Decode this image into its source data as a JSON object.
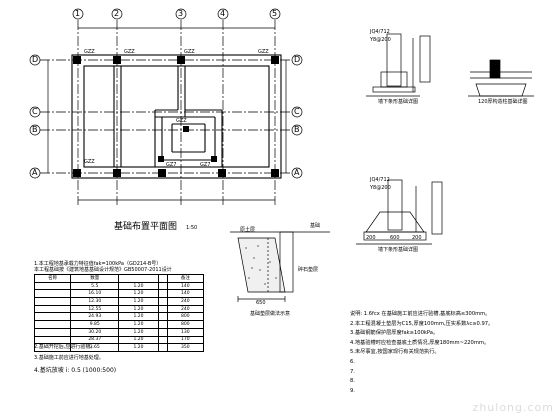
{
  "plan": {
    "title": "基础布置平面图",
    "scale": "1:50",
    "axes_top": [
      "1",
      "2",
      "3",
      "4",
      "5"
    ],
    "axes_left": [
      "D",
      "C",
      "B",
      "A"
    ],
    "axes_right": [
      "D",
      "C",
      "B",
      "A"
    ],
    "column_tag": "GZZ",
    "column_tags": [
      "GZZ",
      "GZZ",
      "GZZ",
      "GZZ",
      "GZZ",
      "GZ7",
      "GZ7",
      "GZZ"
    ]
  },
  "section": {
    "labels": [
      "基础",
      "原土层",
      "碎石垫层",
      "650"
    ],
    "caption": "基础垫层做法示意"
  },
  "details": {
    "upper_mark": "JQ4/712",
    "upper_mark2": "Y8@200",
    "upper_caption": "墙下条形基础详图",
    "right_caption": "120厚构造柱基础详图",
    "lower_mark": "JQ4/712",
    "lower_mark2": "Y8@200",
    "lower_caption": "墙下条形基础详图",
    "dim_labels": [
      "200",
      "600",
      "200"
    ]
  },
  "table": {
    "intro1": "1.本工程地基承载力特征值fak=100kPa（GD214-B号）",
    "intro2": "本工程基础按《建筑地基基础设计规范》GB50007-2011设计",
    "headers": [
      "名称",
      "数量",
      "",
      "",
      "备注"
    ],
    "rows": [
      [
        "",
        "5.5",
        "1.20",
        "",
        "140"
      ],
      [
        "",
        "16.10",
        "1.20",
        "",
        "140"
      ],
      [
        "",
        "12.30",
        "1.20",
        "",
        "240"
      ],
      [
        "",
        "12.55",
        "1.20",
        "",
        "240"
      ],
      [
        "",
        "24.93",
        "1.20",
        "",
        "800"
      ],
      [
        "",
        "9.85",
        "1.20",
        "",
        "800"
      ],
      [
        "",
        "30.20",
        "1.20",
        "",
        "130"
      ],
      [
        "",
        "28.37",
        "1.20",
        "",
        "170"
      ],
      [
        "",
        "3.65",
        "1.20",
        "",
        "350"
      ]
    ],
    "foot1": "2.基础开挖后,应进行验槽。",
    "foot2": "3.基础施工前应进行地基处理。",
    "ratio": "4.基坑放坡 i: 0.5    (1000:500)"
  },
  "notes": [
    "说明: 1.6fcx  在基础施工前应进行验槽,基底标高≤300mm。",
    "   2.本工程混凝土垫层为C15,厚度100mm,压实系数λc≥0.97。",
    "   3.基础钢筋保护层厚度fak≥100kPa。",
    "   4.地基验槽时应检查基底土质情况,厚度180mm~220mm。",
    "   5.未尽事宜,按国家现行有关规范执行。",
    "   6.",
    "   7.",
    "   8.",
    "   9."
  ],
  "watermark": "zhulong.com"
}
